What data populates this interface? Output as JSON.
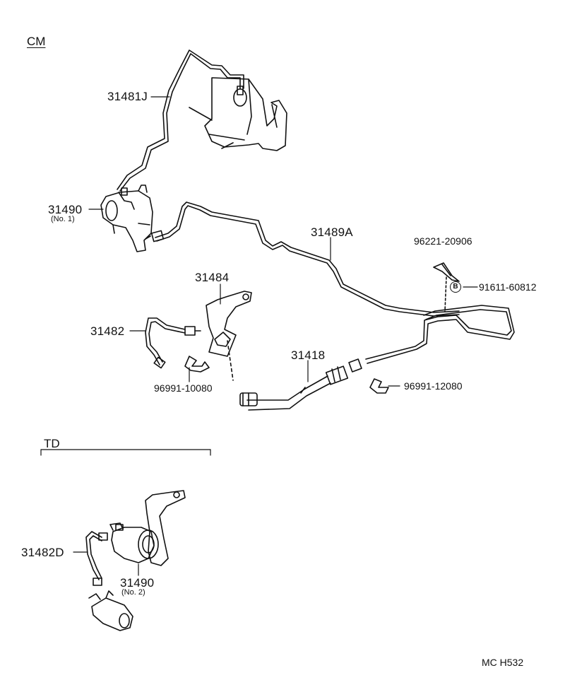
{
  "sections": {
    "cm": "CM",
    "td": "TD"
  },
  "parts": {
    "p31481J": "31481J",
    "p31490_no1": "31490",
    "p31490_no1_sub": "(No. 1)",
    "p31489A": "31489A",
    "p96221": "96221-20906",
    "p91611": "91611-60812",
    "p91611_mark": "B",
    "p31484": "31484",
    "p31482": "31482",
    "p96991_10080": "96991-10080",
    "p31418": "31418",
    "p96991_12080": "96991-12080",
    "p31482D": "31482D",
    "p31490_no2": "31490",
    "p31490_no2_sub": "(No. 2)"
  },
  "footer": {
    "code": "MC  H532"
  }
}
